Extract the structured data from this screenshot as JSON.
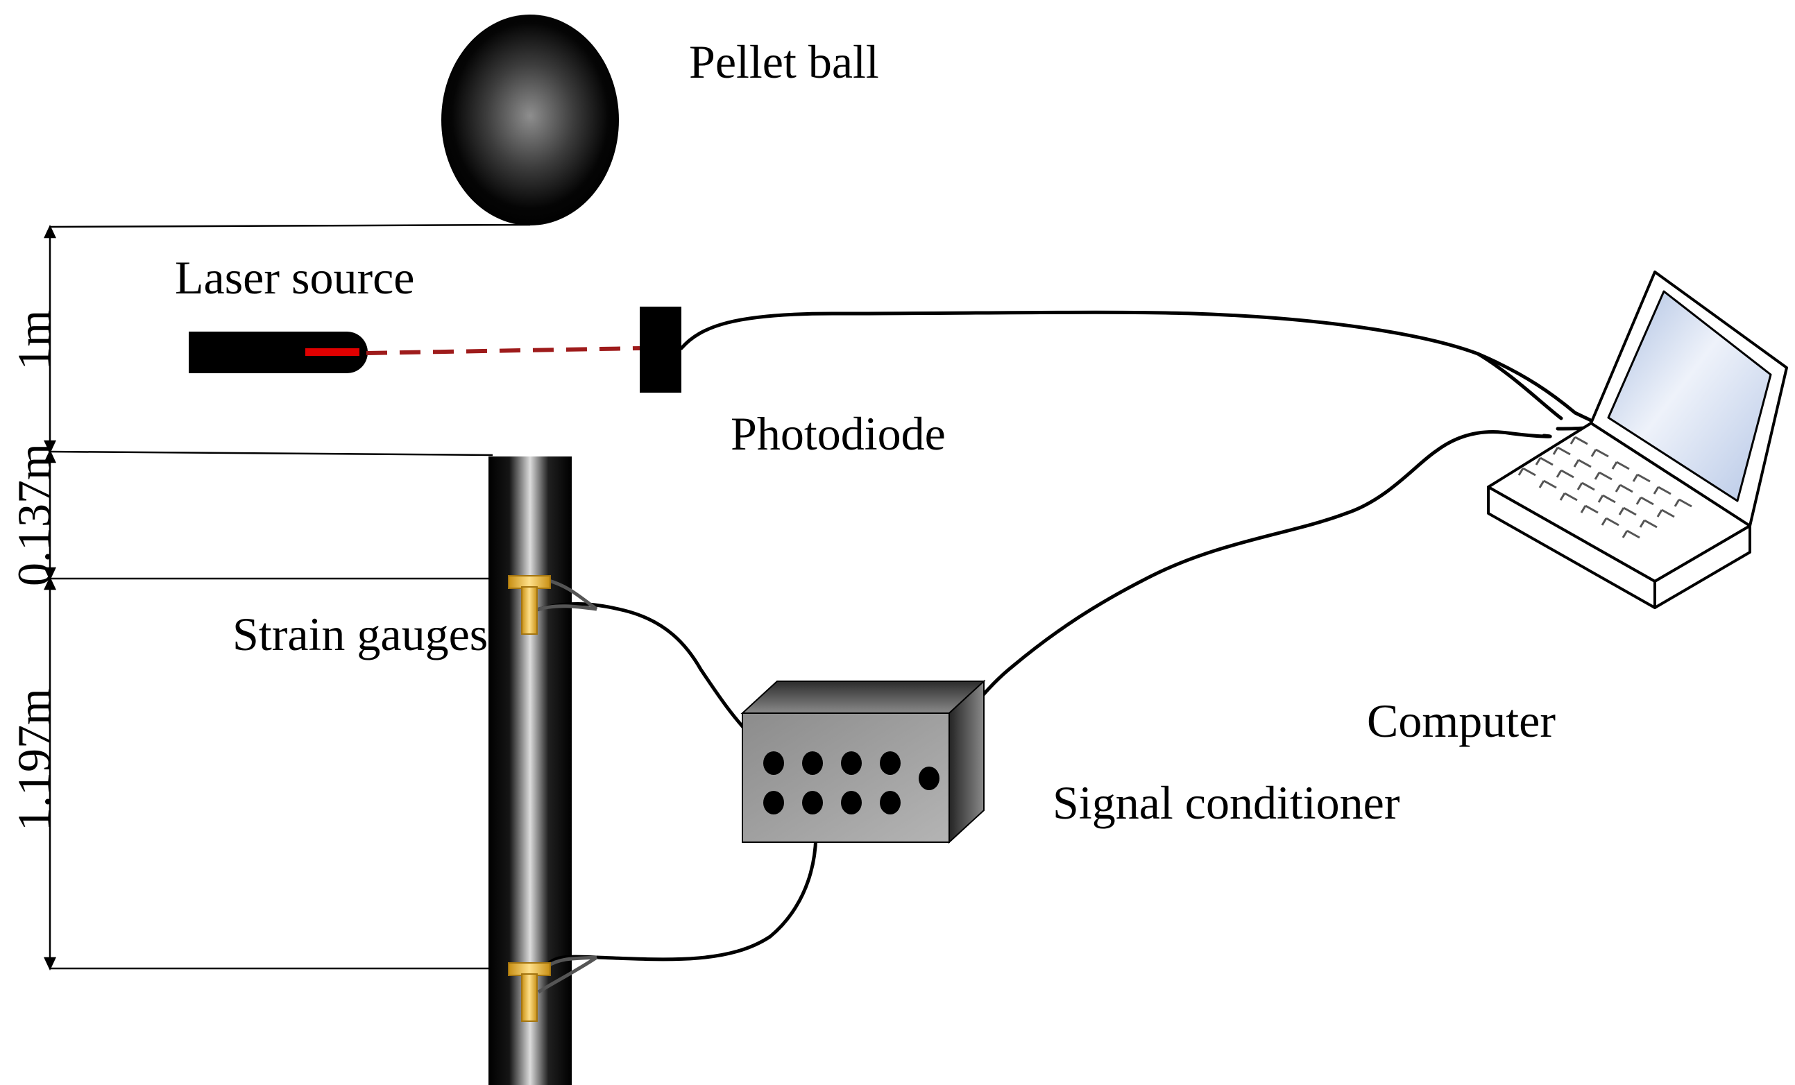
{
  "labels": {
    "pellet_ball": "Pellet ball",
    "laser_source": "Laser source",
    "photodiode": "Photodiode",
    "strain_gauges": "Strain gauges",
    "signal_conditioner": "Signal conditioner",
    "computer": "Computer"
  },
  "dimensions": {
    "drop_height": "1m",
    "gap_top": "0.137m",
    "gauge_spacing": "1.197m"
  },
  "colors": {
    "laser_beam": "#9e1b1b",
    "laser_dot": "#e00000",
    "gauge": "#e8b22c",
    "laptop_screen": "#c5d3ea",
    "box": "#a8a8a8"
  }
}
